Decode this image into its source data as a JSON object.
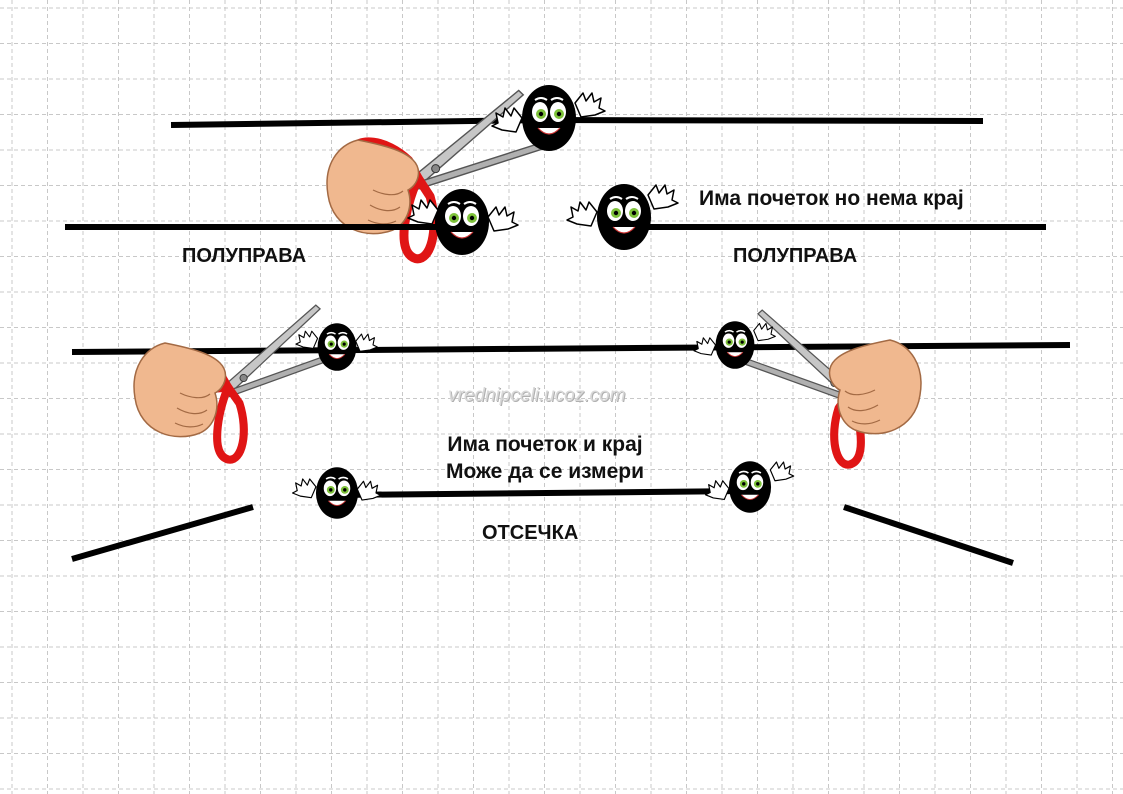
{
  "labels": {
    "ray_left": "ПОЛУПРАВА",
    "ray_right": "ПОЛУПРАВА",
    "ray_description": "Има почеток  но нема крај",
    "segment_line1": "Има почеток и  крај",
    "segment_line2": "Може да се измери",
    "segment_name": "ОТСЕЧКА"
  },
  "watermark": "vrednipceli.ucoz.com",
  "colors": {
    "line": "#000000",
    "grid": "#c8c8c8",
    "scissors_handle": "#e01515",
    "blade": "#b8b8b8",
    "skin": "#f0b88f",
    "eye_iris": "#7ec23a"
  },
  "icons": [
    "scissors-icon",
    "hand-icon",
    "smiley-point-icon"
  ]
}
